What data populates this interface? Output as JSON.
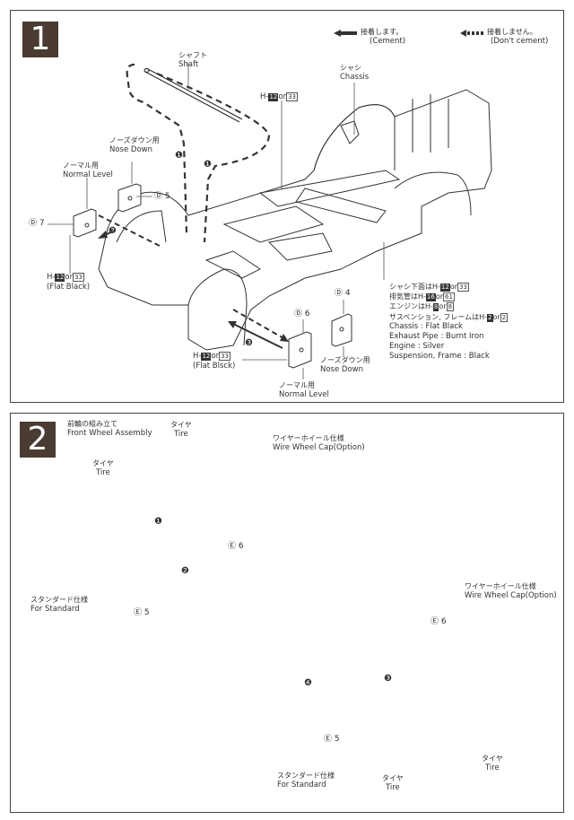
{
  "legend": {
    "cement_jp": "接着します。",
    "cement_en": "(Cement)",
    "no_cement_jp": "接着しません。",
    "no_cement_en": "(Don't cement)"
  },
  "step1": {
    "number": "1",
    "shaft_jp": "シャフト",
    "shaft_en": "Shaft",
    "chassis_jp": "シャシ",
    "chassis_en": "Chassis",
    "h_top": {
      "prefix": "H-",
      "dark": "12",
      "or": "or",
      "outline": "33"
    },
    "nose_down_jp": "ノーズダウン用",
    "nose_down_en": "Nose Down",
    "normal_jp": "ノーマル用",
    "normal_en": "Normal Level",
    "d5": "Ⓓ 5",
    "d7": "Ⓓ 7",
    "h_left": {
      "prefix": "H-",
      "dark": "12",
      "or": "or",
      "outline": "33",
      "note": "(Flat Black)"
    },
    "d4": "Ⓓ 4",
    "d6": "Ⓓ 6",
    "h_bottom": {
      "prefix": "H-",
      "dark": "12",
      "or": "or",
      "outline": "33",
      "note": "(Flat Blsck)"
    },
    "nose_down2_jp": "ノーズダウン用",
    "nose_down2_en": "Nose Down",
    "normal2_jp": "ノーマル用",
    "normal2_en": "Normal Level",
    "seq_markers": [
      "❶",
      "❶",
      "❷",
      "❸"
    ],
    "paint": {
      "jp": [
        {
          "text": "シャシ下面はH-",
          "dark": "12",
          "outline": "33"
        },
        {
          "text": "排気管はH-",
          "dark": "16",
          "outline": "61"
        },
        {
          "text": "エンジンはH-",
          "dark": "8",
          "outline": "8"
        },
        {
          "text": "サスペンション, フレームはH-",
          "dark": "2",
          "outline": "2"
        }
      ],
      "en": [
        "Chassis : Flat Black",
        "Exhaust Pipe : Burnt Iron",
        "Engine : Silver",
        "Suspension, Frame : Black"
      ]
    }
  },
  "step2": {
    "number": "2",
    "title_jp": "前輪の組み立て",
    "title_en": "Front Wheel Assembly",
    "tire_jp": "タイヤ",
    "tire_en": "Tire",
    "wire_jp": "ワイヤーホイール仕様",
    "wire_en": "Wire Wheel Cap(Option)",
    "standard_jp": "スタンダード仕様",
    "standard_en": "For Standard",
    "e6": "Ⓔ 6",
    "e5": "Ⓔ 5",
    "seq_markers": [
      "❶",
      "❷",
      "❸",
      "❹"
    ]
  }
}
